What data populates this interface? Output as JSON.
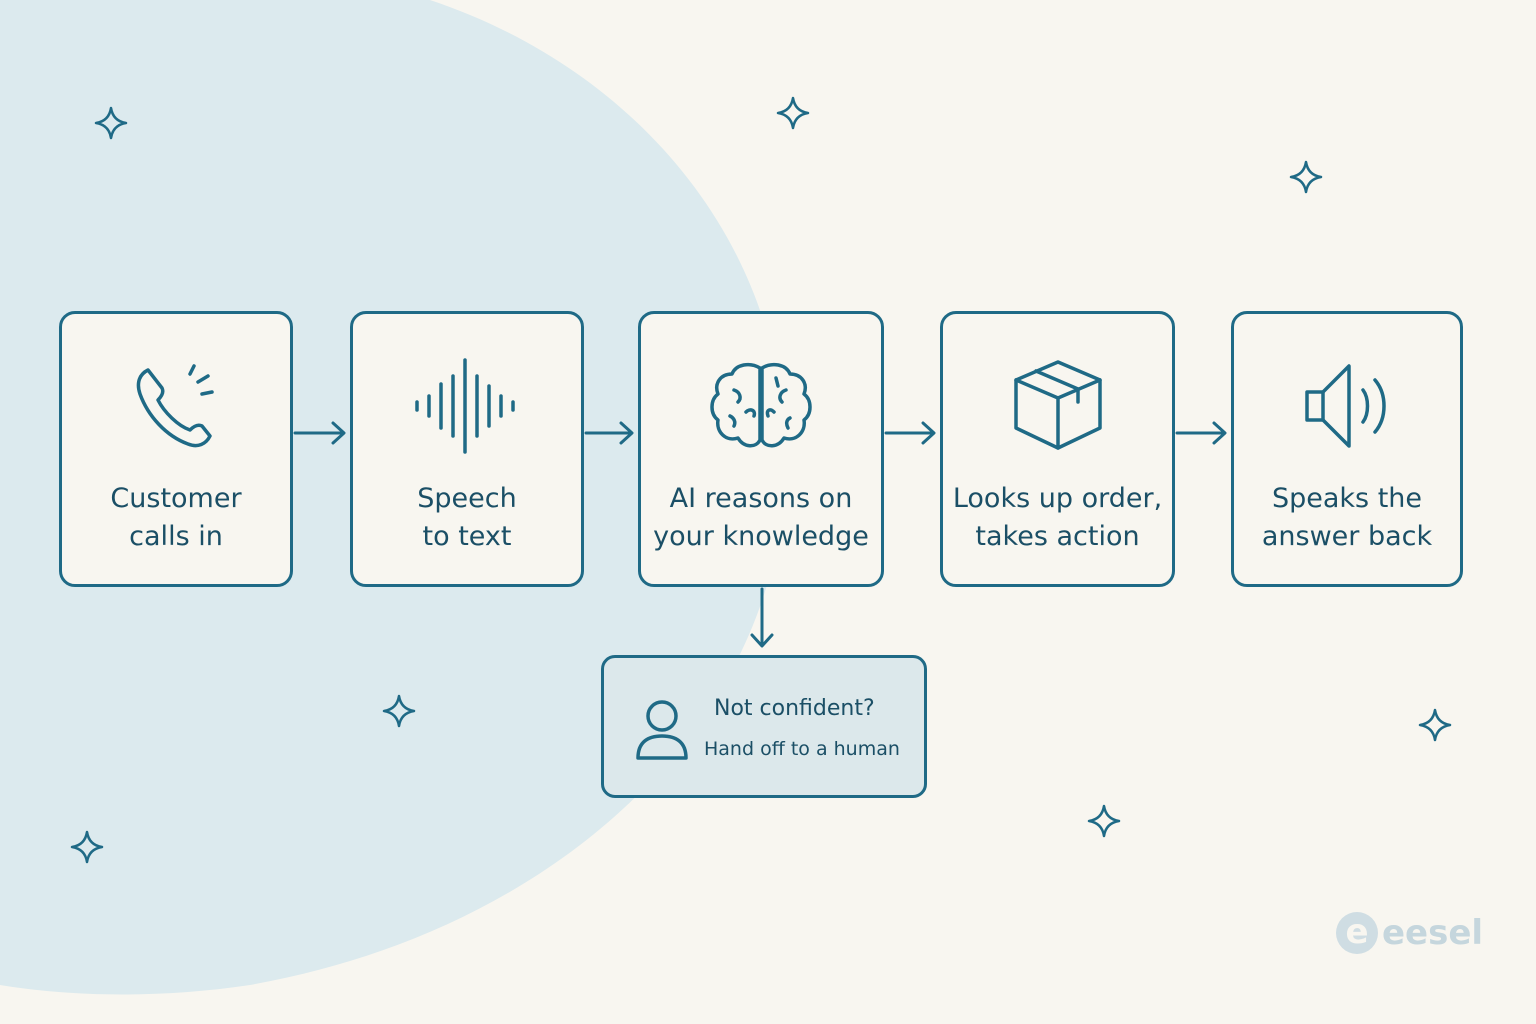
{
  "steps": [
    {
      "icon": "phone-icon",
      "line1": "Customer",
      "line2": "calls in"
    },
    {
      "icon": "soundwave-icon",
      "line1": "Speech",
      "line2": "to text"
    },
    {
      "icon": "brain-icon",
      "line1": "AI reasons on",
      "line2": "your knowledge"
    },
    {
      "icon": "box-icon",
      "line1": "Looks up order,",
      "line2": "takes action"
    },
    {
      "icon": "speaker-icon",
      "line1": "Speaks the",
      "line2": "answer back"
    }
  ],
  "handoff": {
    "icon": "person-icon",
    "title": "Not confident?",
    "subtitle": "Hand off to a human"
  },
  "logo": {
    "mark": "e",
    "word": "eesel"
  },
  "colors": {
    "background": "#f8f6f0",
    "blob": "#dceaee",
    "stroke": "#1f6a86",
    "text": "#1b4f66",
    "handoff_fill": "#dce8eb"
  }
}
